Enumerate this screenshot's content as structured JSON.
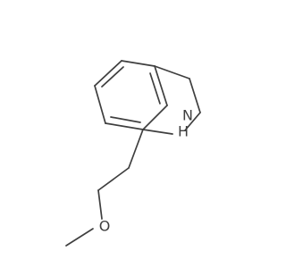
{
  "molecule": {
    "atoms": {
      "nh": {
        "label": "H",
        "n_label": "N"
      },
      "o": {
        "label": "O"
      }
    },
    "colors": {
      "bond": "#3f3f3f",
      "label": "#3f3f3f",
      "background": "#ffffff"
    }
  }
}
